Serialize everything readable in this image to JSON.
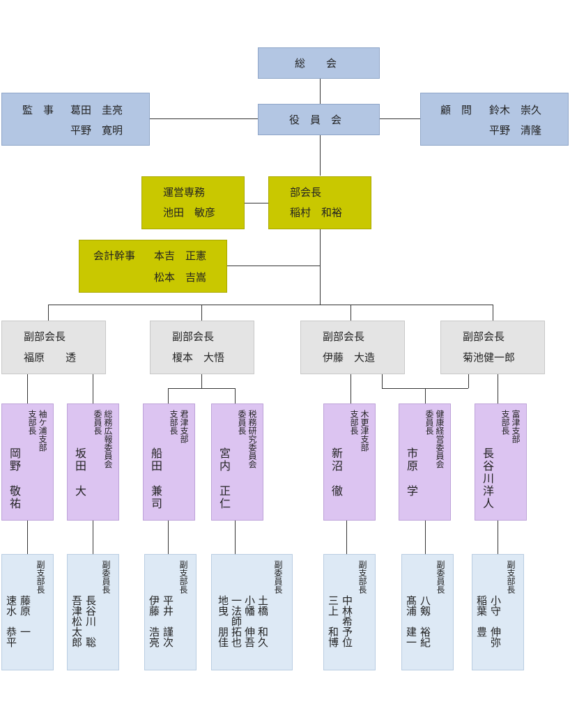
{
  "top": {
    "general_meeting": "総　　会",
    "board": "役　員　会"
  },
  "auditor": {
    "title": "監　事",
    "names": [
      "葛田　圭亮",
      "平野　寛明"
    ]
  },
  "advisor": {
    "title": "顧　問",
    "names": [
      "鈴木　崇久",
      "平野　清隆"
    ]
  },
  "exec_director": {
    "title": "運営専務",
    "name": "池田　敏彦"
  },
  "chief": {
    "title": "部会長",
    "name": "稲村　和裕"
  },
  "treasurer": {
    "title": "会計幹事",
    "names": [
      "本吉　正憲",
      "松本　吉嵩"
    ]
  },
  "vice_chiefs": [
    {
      "title": "副部会長",
      "name": "福原　　透"
    },
    {
      "title": "副部会長",
      "name": "榎本　大悟"
    },
    {
      "title": "副部会長",
      "name": "伊藤　大造"
    },
    {
      "title": "副部会長",
      "name": "菊池健一郎"
    }
  ],
  "branches": [
    {
      "org": "袖ケ浦支部",
      "role": "支部長",
      "name": "岡野　敬祐",
      "deputy_role": "副支部長",
      "deputies": [
        "藤原　一",
        "速水　恭平",
        "",
        "",
        "",
        "",
        "",
        ""
      ]
    },
    {
      "org": "総務広報委員会",
      "role": "委員長",
      "name": "坂田　大",
      "deputy_role": "副委員長",
      "deputies": [
        "長谷川",
        "吾津松太郎",
        "聡"
      ]
    },
    {
      "org": "君津支部",
      "role": "支部長",
      "name": "船田　兼司",
      "deputy_role": "副支部長",
      "deputies": [
        "平井",
        "伊藤",
        "謹次",
        "浩亮"
      ]
    },
    {
      "org": "税務研究委員会",
      "role": "委員長",
      "name": "宮内　正仁",
      "deputy_role": "副委員長",
      "deputies": [
        "土橋",
        "小幡",
        "和久",
        "伸吾",
        "一法師",
        "拓也",
        "地曳",
        "朋佳"
      ]
    },
    {
      "org": "木更津支部",
      "role": "支部長",
      "name": "新沼　徹",
      "deputy_role": "副支部長",
      "deputies": [
        "中林",
        "三上",
        "希予",
        "和博",
        "位"
      ]
    },
    {
      "org": "健康経営委員会",
      "role": "委員長",
      "name": "市原　学",
      "deputy_role": "副委員長",
      "deputies": [
        "八剱",
        "髙浦",
        "裕紀",
        "建一"
      ]
    },
    {
      "org": "富津支部",
      "role": "支部長",
      "name": "長谷川洋人",
      "deputy_role": "副支部長",
      "deputies": [
        "小守",
        "稲葉",
        "伸弥",
        "豊"
      ]
    }
  ],
  "columns": {
    "b1_name": "岡野　敬祐",
    "b1_deputy_cols": [
      "藤原　一",
      "速水　恭平"
    ],
    "b2_deputy_cols": [
      "長谷川　聡",
      "吾津松太郎"
    ],
    "b3_deputy_cols": [
      "平井　謹次",
      "伊藤　浩亮"
    ],
    "b4_deputy_cols": [
      "土橋　和久",
      "小幡　伸吾",
      "一法師拓也",
      "地曳　朋佳"
    ],
    "b5_deputy_cols": [
      "中林希予位",
      "三上　和博"
    ],
    "b6_deputy_cols": [
      "八剱　裕紀",
      "髙浦　建一"
    ],
    "b7_deputy_cols": [
      "小守　伸弥",
      "稲葉　豊"
    ]
  }
}
